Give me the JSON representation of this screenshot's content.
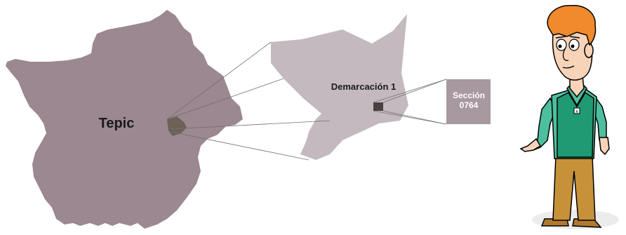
{
  "labels": {
    "municipality": "Tepic",
    "demarcation": "Demarcación 1",
    "section_line1": "Sección",
    "section_line2": "0764"
  },
  "colors": {
    "municipality_fill": "#9c8891",
    "demarcation_fill": "#c4b9bf",
    "section_fill": "#a8989f",
    "highlight_fill": "#6e6156",
    "section_marker": "#4a3f40",
    "connector_lines": "#707070",
    "shirt": "#4dbf9f",
    "vest": "#1f9a73",
    "pants": "#c7913a",
    "hair": "#f08a2c",
    "skin": "#f7d3b8",
    "shadow": "#ececec"
  },
  "icons": {
    "character": "character-icon",
    "badge": "badge-icon"
  },
  "badge_text": "x"
}
